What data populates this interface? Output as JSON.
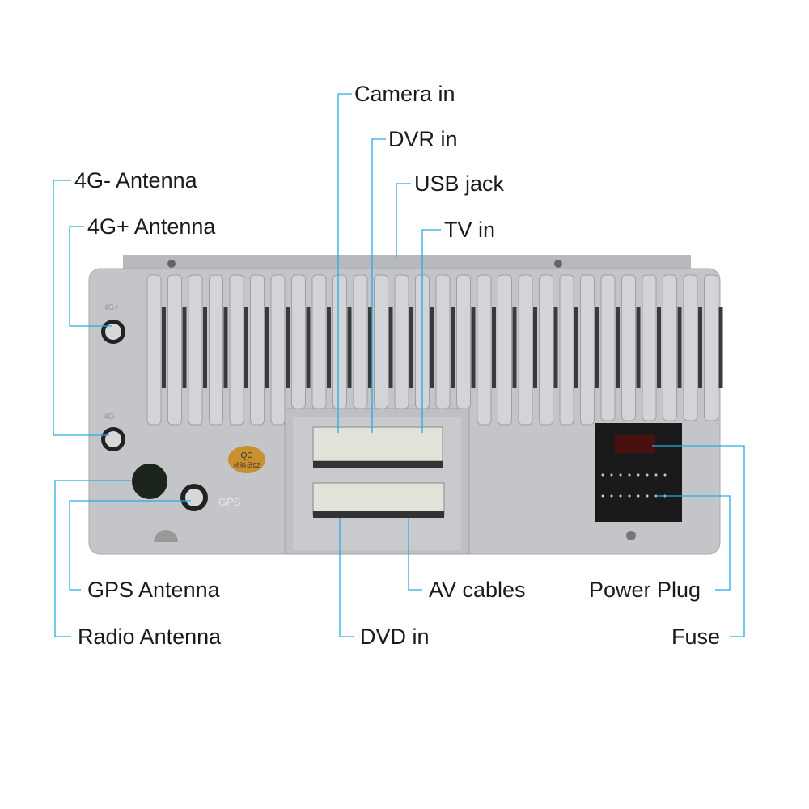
{
  "labels": {
    "camera_in": "Camera in",
    "dvr_in": "DVR in",
    "usb_jack": "USB jack",
    "tv_in": "TV in",
    "antenna_4g_minus": "4G- Antenna",
    "antenna_4g_plus": "4G+ Antenna",
    "gps_antenna": "GPS Antenna",
    "radio_antenna": "Radio Antenna",
    "dvd_in": "DVD in",
    "av_cables": "AV cables",
    "power_plug": "Power Plug",
    "fuse": "Fuse"
  },
  "device_markings": {
    "port_4g_plus": "4G+",
    "port_4g_minus": "4G-",
    "gps": "GPS",
    "qc_sticker_line1": "QC",
    "qc_sticker_line2": "检验员02"
  },
  "colors": {
    "leader": "#29abe2",
    "body": "#c4c5c8"
  }
}
